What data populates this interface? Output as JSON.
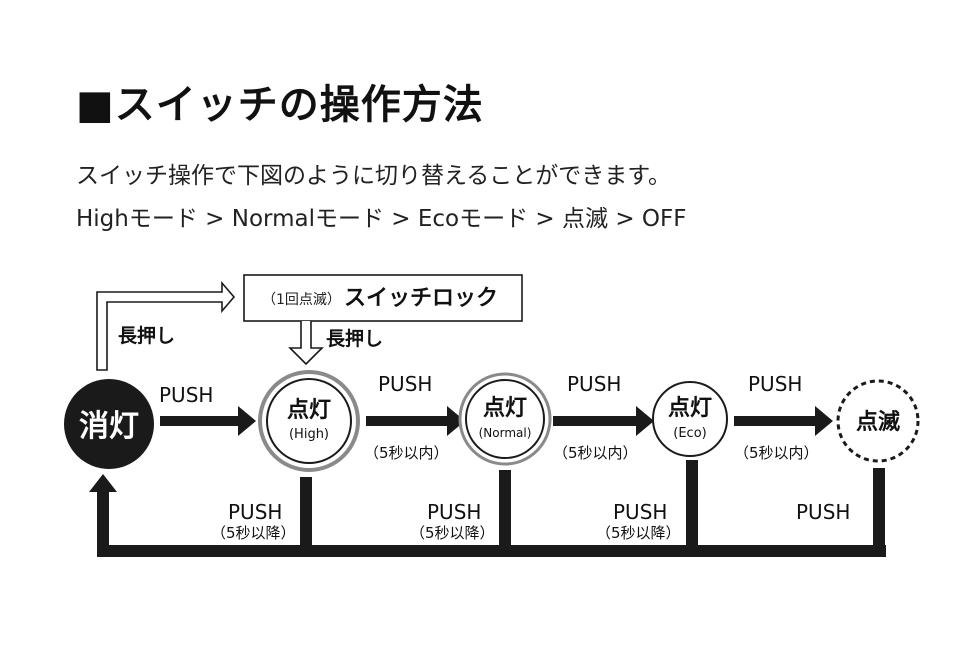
{
  "title": "■スイッチの操作方法",
  "description": {
    "line1": "スイッチ操作で下図のように切り替えることができます。",
    "line2": "Highモード > Normalモード > Ecoモード > 点滅 > OFF"
  },
  "diagram": {
    "lock_box": {
      "small": "（1回点滅）",
      "label": "スイッチロック"
    },
    "long_press_label": "長押し",
    "nodes": {
      "off": {
        "label": "消灯"
      },
      "high": {
        "label": "点灯",
        "sub": "(High)"
      },
      "normal": {
        "label": "点灯",
        "sub": "(Normal)"
      },
      "eco": {
        "label": "点灯",
        "sub": "(Eco)"
      },
      "blink": {
        "label": "点滅"
      }
    },
    "push_label": "PUSH",
    "within_5s": "（5秒以内）",
    "after_5s": "（5秒以降）"
  },
  "colors": {
    "ink": "#1a1a1a",
    "gray_ring": "#8a8a8a",
    "background": "#ffffff"
  }
}
